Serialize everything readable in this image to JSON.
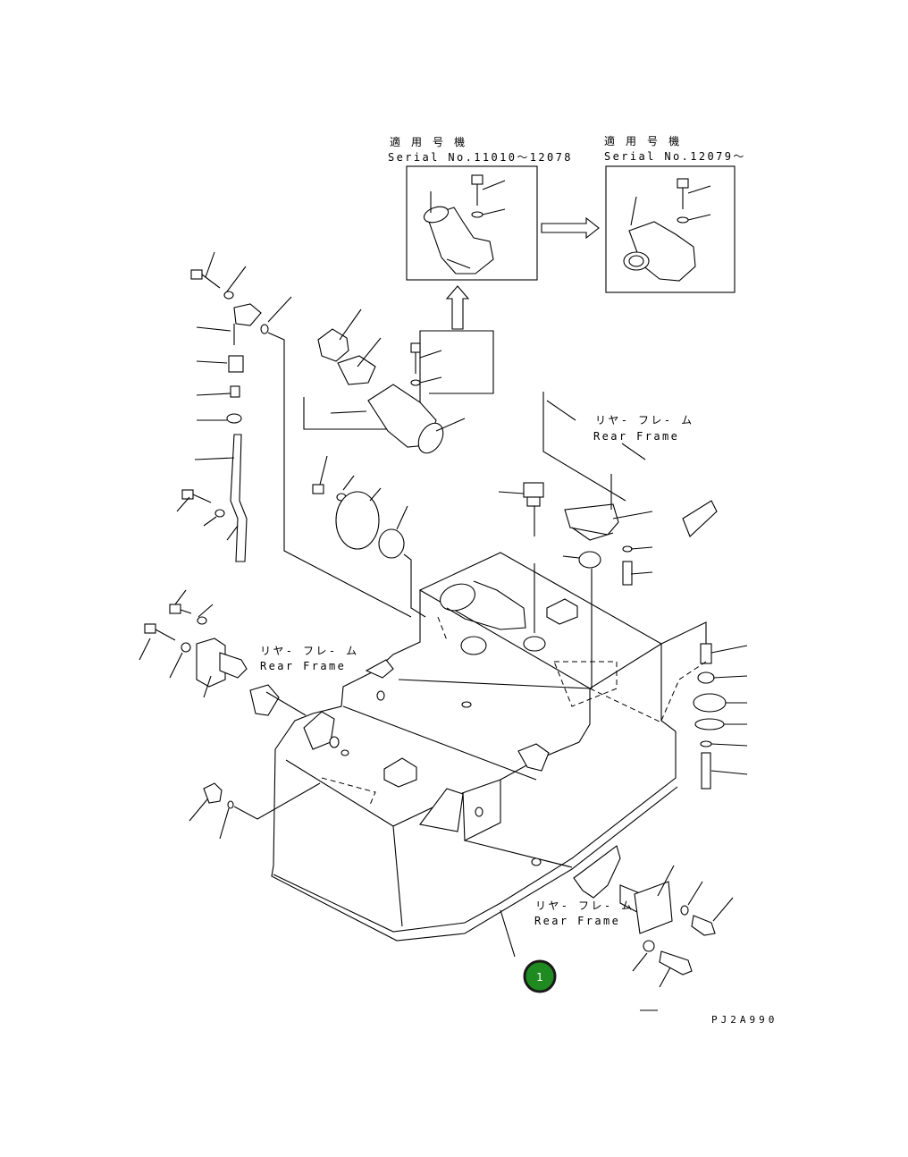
{
  "diagram": {
    "drawing_code": "PJ2A990",
    "inset_left": {
      "heading": "適 用 号 機",
      "serial": "Serial No.11010～12078"
    },
    "inset_right": {
      "heading": "適 用 号 機",
      "serial": "Serial No.12079～"
    },
    "rear_frame_labels": [
      {
        "jp": "リヤ- フレ- ム",
        "en": "Rear Frame"
      },
      {
        "jp": "リヤ- フレ- ム",
        "en": "Rear Frame"
      },
      {
        "jp": "リヤ- フレ- ム",
        "en": "Rear Frame"
      }
    ],
    "callout": {
      "number": "1",
      "color": "#1f8a1f"
    }
  }
}
